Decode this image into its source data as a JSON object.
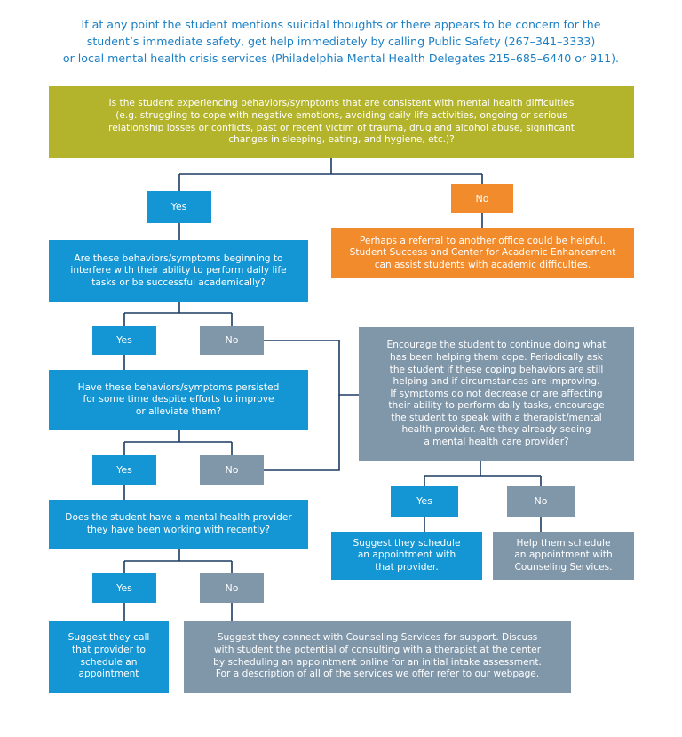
{
  "intro": "If at any point the student mentions suicidal thoughts or there appears to be concern for the\nstudent’s immediate safety, get help immediately by calling Public Safety (267–341–3333)\nor local mental health crisis services (Philadelphia Mental Health Delegates 215–685–6440 or 911).",
  "nodes": {
    "q1": "Is the student experiencing behaviors/symptoms that are consistent with mental health difficulties\n(e.g. struggling to cope with negative emotions, avoiding daily life activities, ongoing or serious\nrelationship losses or conflicts, past or recent victim of trauma, drug and alcohol abuse, significant\nchanges in sleeping, eating, and hygiene, etc.)?",
    "q1_yes": "Yes",
    "q1_no": "No",
    "q1_no_result": "Perhaps a referral to another office could be helpful.\nStudent Success and Center for Academic Enhancement\ncan assist students with academic difficulties.",
    "q2": "Are these behaviors/symptoms beginning to\ninterfere with their ability to perform daily life\ntasks or be successful academically?",
    "q2_yes": "Yes",
    "q2_no": "No",
    "encourage": "Encourage the student to continue doing what\nhas been helping them cope. Periodically ask\nthe student if these coping behaviors are still\nhelping and if circumstances are improving.\nIf symptoms do not decrease or are affecting\ntheir ability to perform daily tasks, encourage\nthe student to speak with a therapist/mental\nhealth provider. Are they already seeing\na mental health care provider?",
    "q3": "Have these behaviors/symptoms persisted\nfor some time despite efforts to improve\nor alleviate them?",
    "q3_yes": "Yes",
    "q3_no": "No",
    "enc_yes": "Yes",
    "enc_no": "No",
    "enc_yes_result": "Suggest they schedule\nan appointment with\nthat provider.",
    "enc_no_result": "Help them schedule\nan appointment with\nCounseling Services.",
    "q4": "Does the student have a mental health provider\nthey have been working with recently?",
    "q4_yes": "Yes",
    "q4_no": "No",
    "q4_yes_result": "Suggest they call\nthat provider to\nschedule an\nappointment",
    "q4_no_result": "Suggest they connect with Counseling Services for support. Discuss\nwith student the potential of consulting with a therapist at the center\nby scheduling an appointment online for an initial intake assessment.\nFor a description of all of the services we offer refer to our webpage."
  },
  "colors": {
    "olive": "#b3b42c",
    "blue": "#1596d4",
    "orange": "#f28b2c",
    "gray": "#8096a9",
    "connector": "#1c3c62",
    "intro_text": "#1b7fc4"
  }
}
